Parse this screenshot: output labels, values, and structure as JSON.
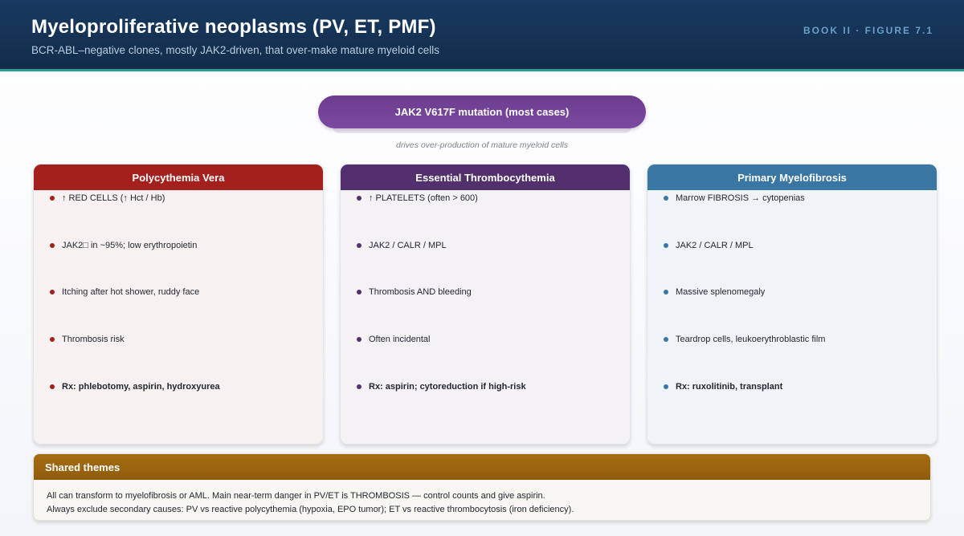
{
  "header": {
    "title": "Myeloproliferative neoplasms (PV, ET, PMF)",
    "subtitle": "BCR-ABL–negative clones, mostly JAK2-driven, that over-make mature myeloid cells",
    "figure_tag": "BOOK II · FIGURE 7.1"
  },
  "driver": {
    "label": "JAK2 V617F mutation (most cases)",
    "caption": "drives over-production of mature myeloid cells"
  },
  "cards": [
    {
      "title": "Polycythemia Vera",
      "head_color": "#a3201d",
      "body_color": "#f8f1f1",
      "items": [
        "↑ RED CELLS (↑ Hct / Hb)",
        "JAK2□ in ~95%; low erythropoietin",
        "Itching after hot shower, ruddy face",
        "Thrombosis risk",
        "Rx: phlebotomy, aspirin, hydroxyurea"
      ]
    },
    {
      "title": "Essential Thrombocythemia",
      "head_color": "#52306e",
      "body_color": "#f5f2f6",
      "items": [
        "↑ PLATELETS (often > 600)",
        "JAK2 / CALR / MPL",
        "Thrombosis AND bleeding",
        "Often incidental",
        "Rx: aspirin; cytoreduction if high-risk"
      ]
    },
    {
      "title": "Primary Myelofibrosis",
      "head_color": "#3a76a4",
      "body_color": "#f0f4f8",
      "items": [
        "Marrow FIBROSIS → cytopenias",
        "JAK2 / CALR / MPL",
        "Massive splenomegaly",
        "Teardrop cells, leukoerythroblastic film",
        "Rx: ruxolitinib, transplant"
      ]
    }
  ],
  "shared": {
    "title": "Shared themes",
    "line1": "All can transform to myelofibrosis or AML. Main near-term danger in PV/ET is THROMBOSIS — control counts and give aspirin.",
    "line2": "Always exclude secondary causes: PV vs reactive polycythemia (hypoxia, EPO tumor); ET vs reactive thrombocytosis (iron deficiency)."
  }
}
